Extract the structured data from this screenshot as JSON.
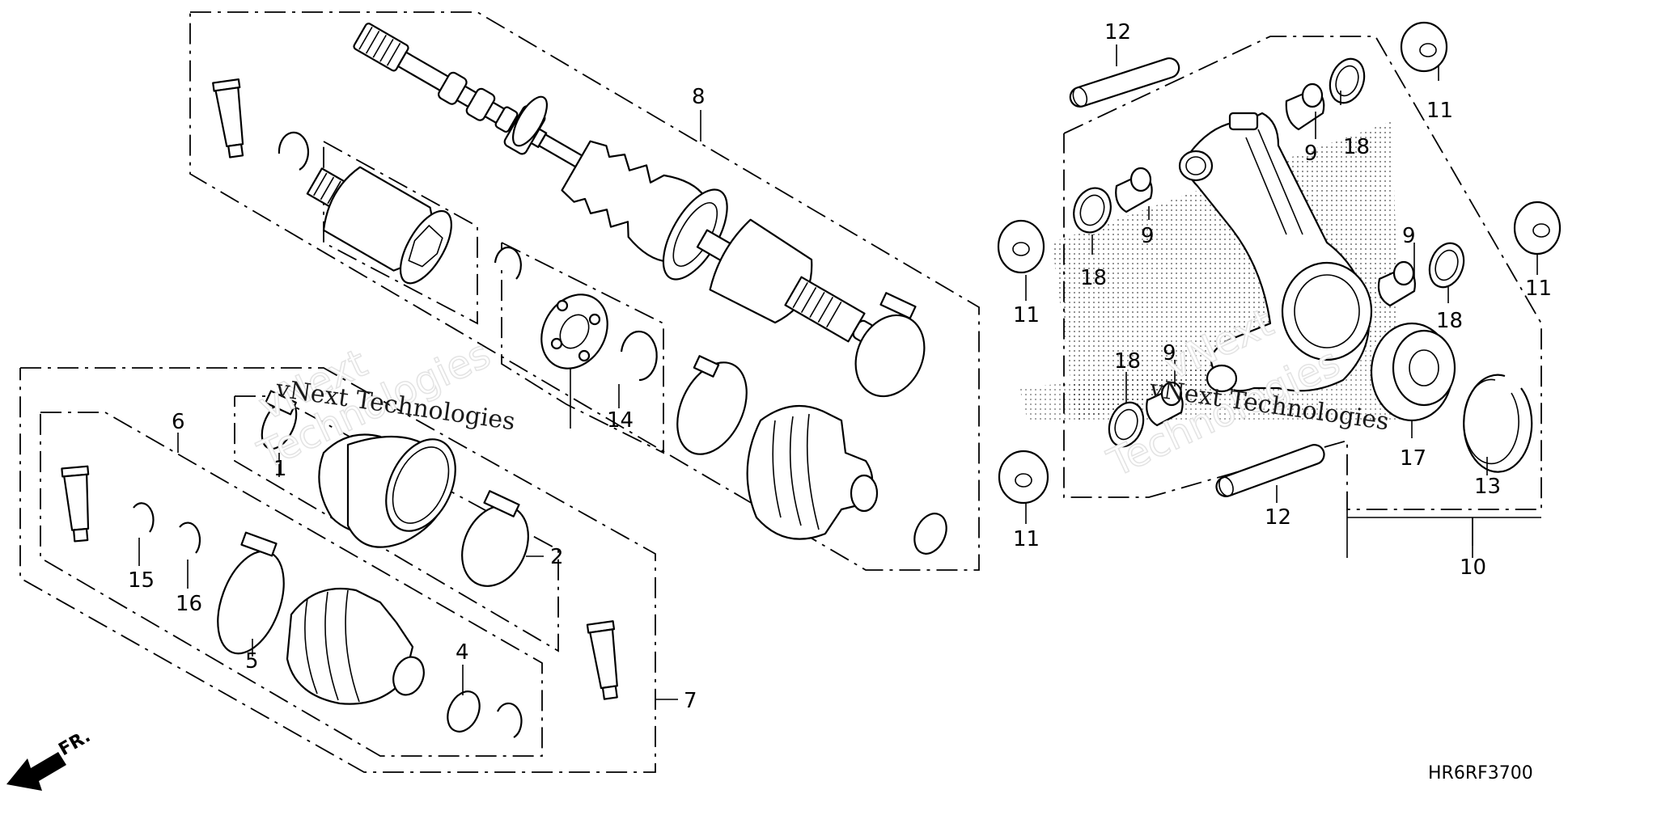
{
  "diagram": {
    "code": "HR6RF3700",
    "front_label": "FR.",
    "watermark": {
      "line1": "vNext Technologies",
      "big1": "vNext",
      "big2": "Technologies"
    },
    "callouts": {
      "c1": "1",
      "c2": "2",
      "c4": "4",
      "c5": "5",
      "c6": "6",
      "c7": "7",
      "c8": "8",
      "c9a": "9",
      "c9b": "9",
      "c9c": "9",
      "c9d": "9",
      "c10": "10",
      "c11a": "11",
      "c11b": "11",
      "c11c": "11",
      "c11d": "11",
      "c12a": "12",
      "c12b": "12",
      "c13": "13",
      "c14": "14",
      "c15": "15",
      "c16": "16",
      "c17": "17",
      "c18a": "18",
      "c18b": "18",
      "c18c": "18",
      "c18d": "18"
    }
  }
}
